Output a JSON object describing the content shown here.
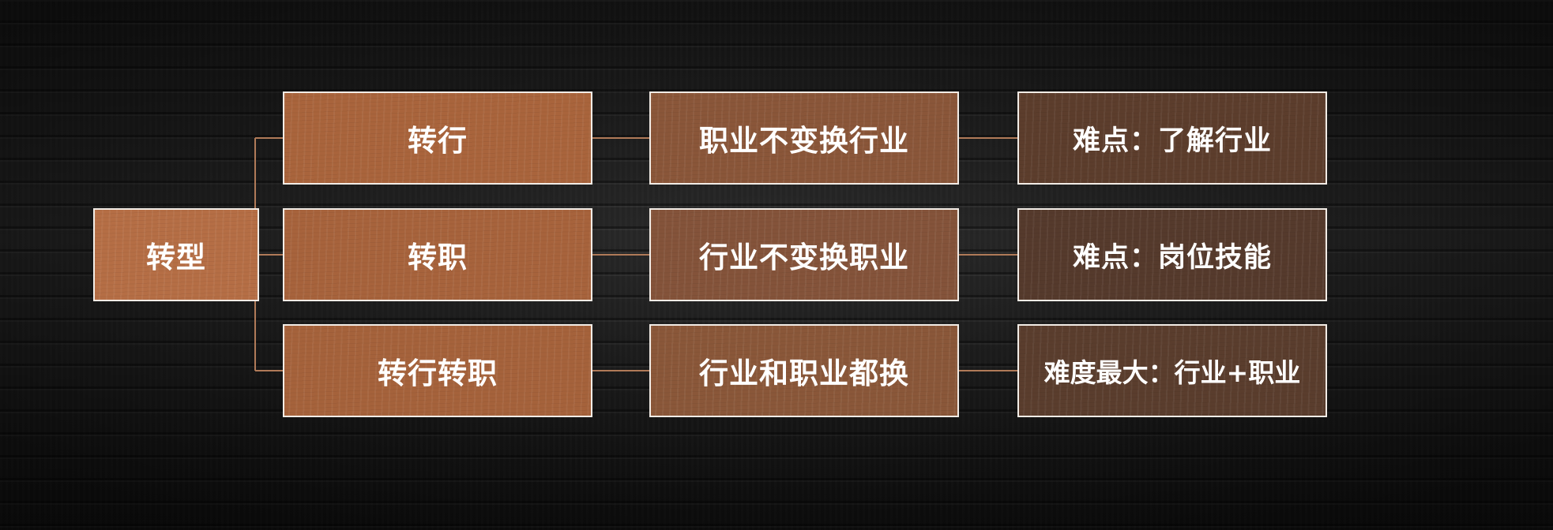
{
  "diagram": {
    "root": {
      "label": "转型"
    },
    "branches": [
      {
        "type": "转行",
        "change": "职业不变换行业",
        "difficulty": "难点：了解行业"
      },
      {
        "type": "转职",
        "change": "行业不变换职业",
        "difficulty": "难点：岗位技能"
      },
      {
        "type": "转行转职",
        "change": "行业和职业都换",
        "difficulty": "难度最大：行业+职业"
      }
    ],
    "colors": {
      "connector": "#b07a58",
      "border": "#f2ece6",
      "root_fill": "#b56e45",
      "col1_fill": "#a8633c",
      "col2_fill": "#86533a",
      "col3_fill": "#5e3e2c"
    }
  }
}
